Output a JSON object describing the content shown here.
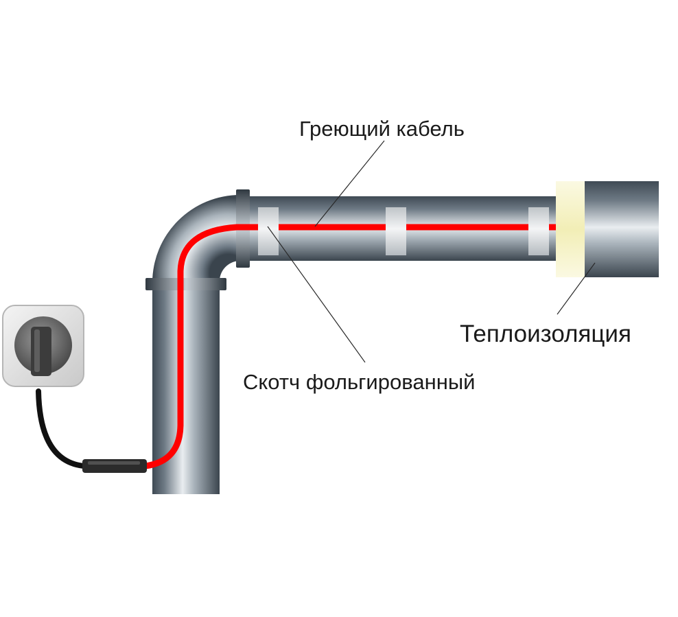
{
  "labels": {
    "heating_cable": "Греющий кабель",
    "foil_tape": "Скотч фольгированный",
    "insulation": "Теплоизоляция"
  },
  "colors": {
    "heating_cable": "#ff0000",
    "pipe": "#6f7c87",
    "foil_tape": "#d9d9d9",
    "insulation": "#f6f3c4",
    "power_cord": "#111111",
    "socket": "#dadada"
  },
  "icons": {
    "socket": "power-socket-icon",
    "plug": "power-plug-icon"
  }
}
